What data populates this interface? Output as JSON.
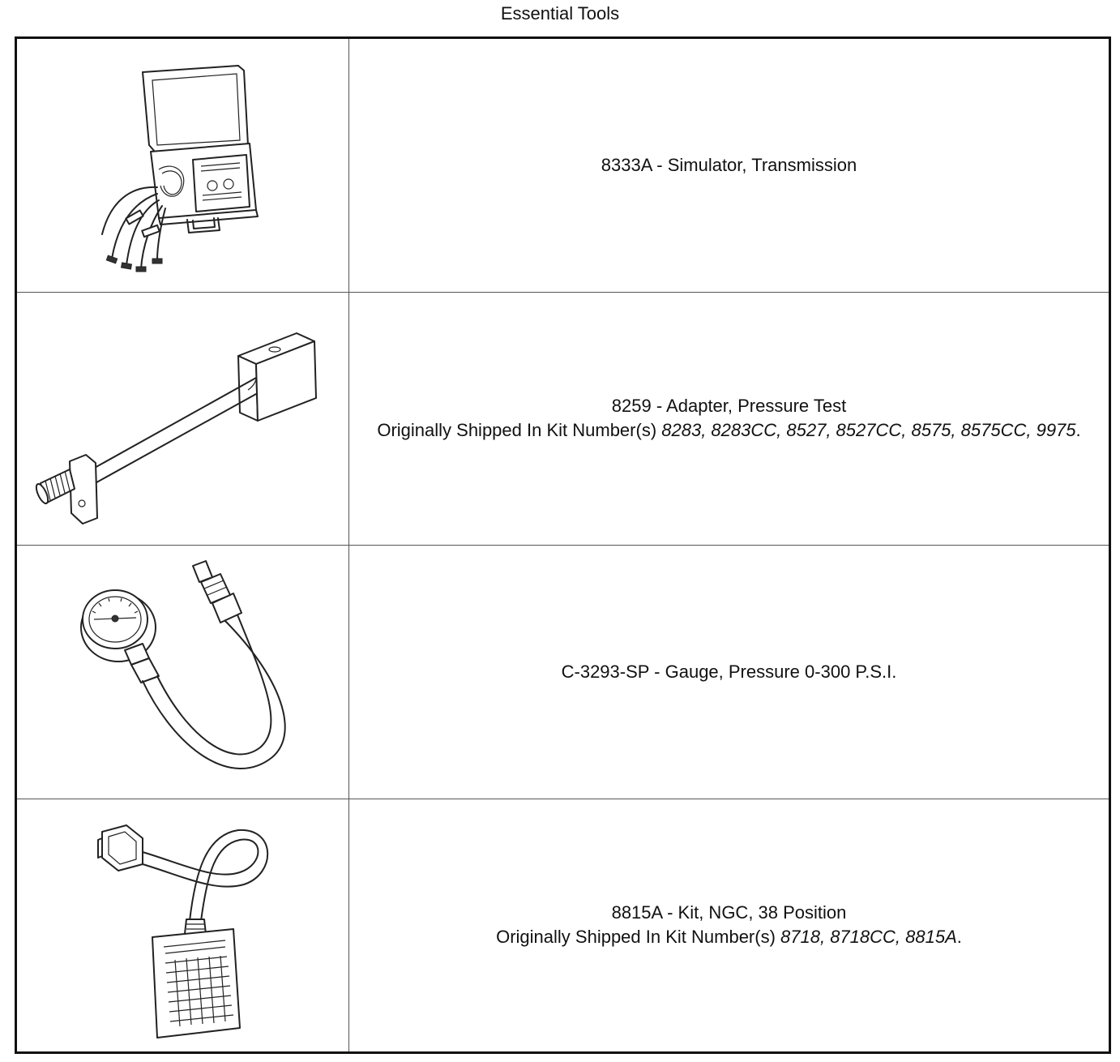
{
  "title": "Essential Tools",
  "tools": [
    {
      "icon": "transmission-simulator-illustration",
      "name": "8333A - Simulator, Transmission",
      "kits_prefix": "",
      "kits": "",
      "kits_suffix": ""
    },
    {
      "icon": "pressure-test-adapter-illustration",
      "name": "8259 - Adapter, Pressure Test",
      "kits_prefix": "Originally Shipped In Kit Number(s) ",
      "kits": "8283, 8283CC, 8527, 8527CC, 8575, 8575CC, 9975",
      "kits_suffix": "."
    },
    {
      "icon": "pressure-gauge-illustration",
      "name": "C-3293-SP - Gauge, Pressure 0-300 P.S.I.",
      "kits_prefix": "",
      "kits": "",
      "kits_suffix": ""
    },
    {
      "icon": "ngc-kit-illustration",
      "name": "8815A - Kit, NGC, 38 Position",
      "kits_prefix": "Originally Shipped In Kit Number(s) ",
      "kits": "8718, 8718CC, 8815A",
      "kits_suffix": "."
    }
  ]
}
